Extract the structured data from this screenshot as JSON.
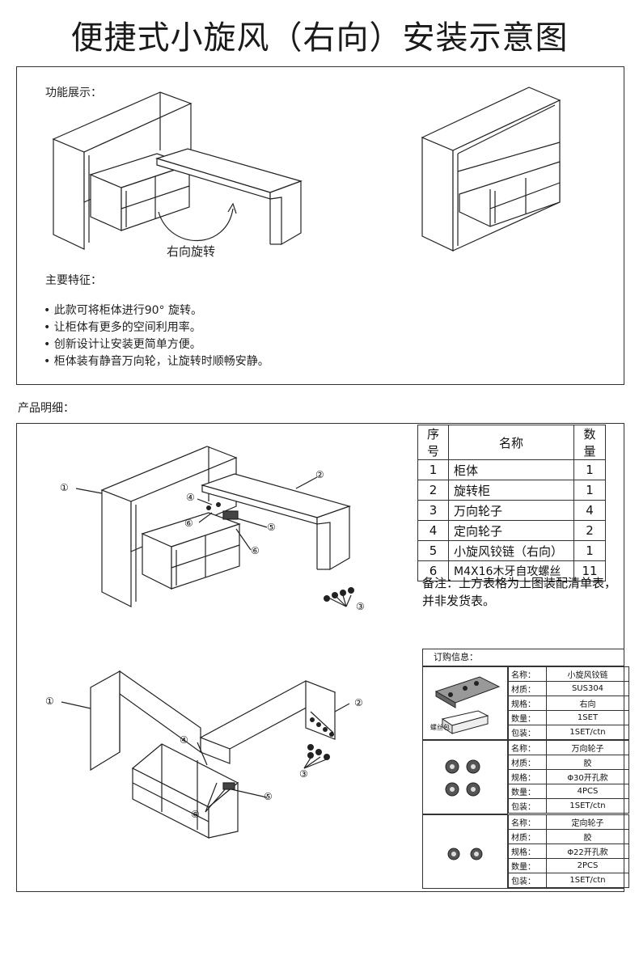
{
  "title": "便捷式小旋风（右向）安装示意图",
  "function_label": "功能展示：",
  "rotate_label": "右向旋转",
  "features_label": "主要特征：",
  "features": [
    "• 此款可将柜体进行90° 旋转。",
    "• 让柜体有更多的空间利用率。",
    "• 创新设计让安装更简单方便。",
    "• 柜体装有静音万向轮，让旋转时顺畅安静。"
  ],
  "detail_label": "产品明细：",
  "parts_table": {
    "headers": [
      "序号",
      "名称",
      "数量"
    ],
    "rows": [
      [
        "1",
        "柜体",
        "1"
      ],
      [
        "2",
        "旋转柜",
        "1"
      ],
      [
        "3",
        "万向轮子",
        "4"
      ],
      [
        "4",
        "定向轮子",
        "2"
      ],
      [
        "5",
        "小旋风铰链（右向）",
        "1"
      ],
      [
        "6",
        "M4X16木牙自攻螺丝",
        "11"
      ]
    ]
  },
  "note": "备注：上方表格为上图装配清单表，并非发货表。",
  "order": {
    "header": "订购信息：",
    "bag_label": "螺丝包",
    "blocks": [
      {
        "rows": [
          [
            "名称：",
            "小旋风铰链"
          ],
          [
            "材质：",
            "SUS304"
          ],
          [
            "规格：",
            "右向"
          ],
          [
            "数量：",
            "1SET"
          ],
          [
            "包装：",
            "1SET/ctn"
          ]
        ]
      },
      {
        "rows": [
          [
            "名称：",
            "万向轮子"
          ],
          [
            "材质：",
            "胶"
          ],
          [
            "规格：",
            "Φ30开孔款"
          ],
          [
            "数量：",
            "4PCS"
          ],
          [
            "包装：",
            "1SET/ctn"
          ]
        ]
      },
      {
        "rows": [
          [
            "名称：",
            "定向轮子"
          ],
          [
            "材质：",
            "胶"
          ],
          [
            "规格：",
            "Φ22开孔款"
          ],
          [
            "数量：",
            "2PCS"
          ],
          [
            "包装：",
            "1SET/ctn"
          ]
        ]
      }
    ]
  },
  "callouts": {
    "n1": "①",
    "n2": "②",
    "n3": "③",
    "n4": "④",
    "n5": "⑤",
    "n6": "⑥"
  }
}
